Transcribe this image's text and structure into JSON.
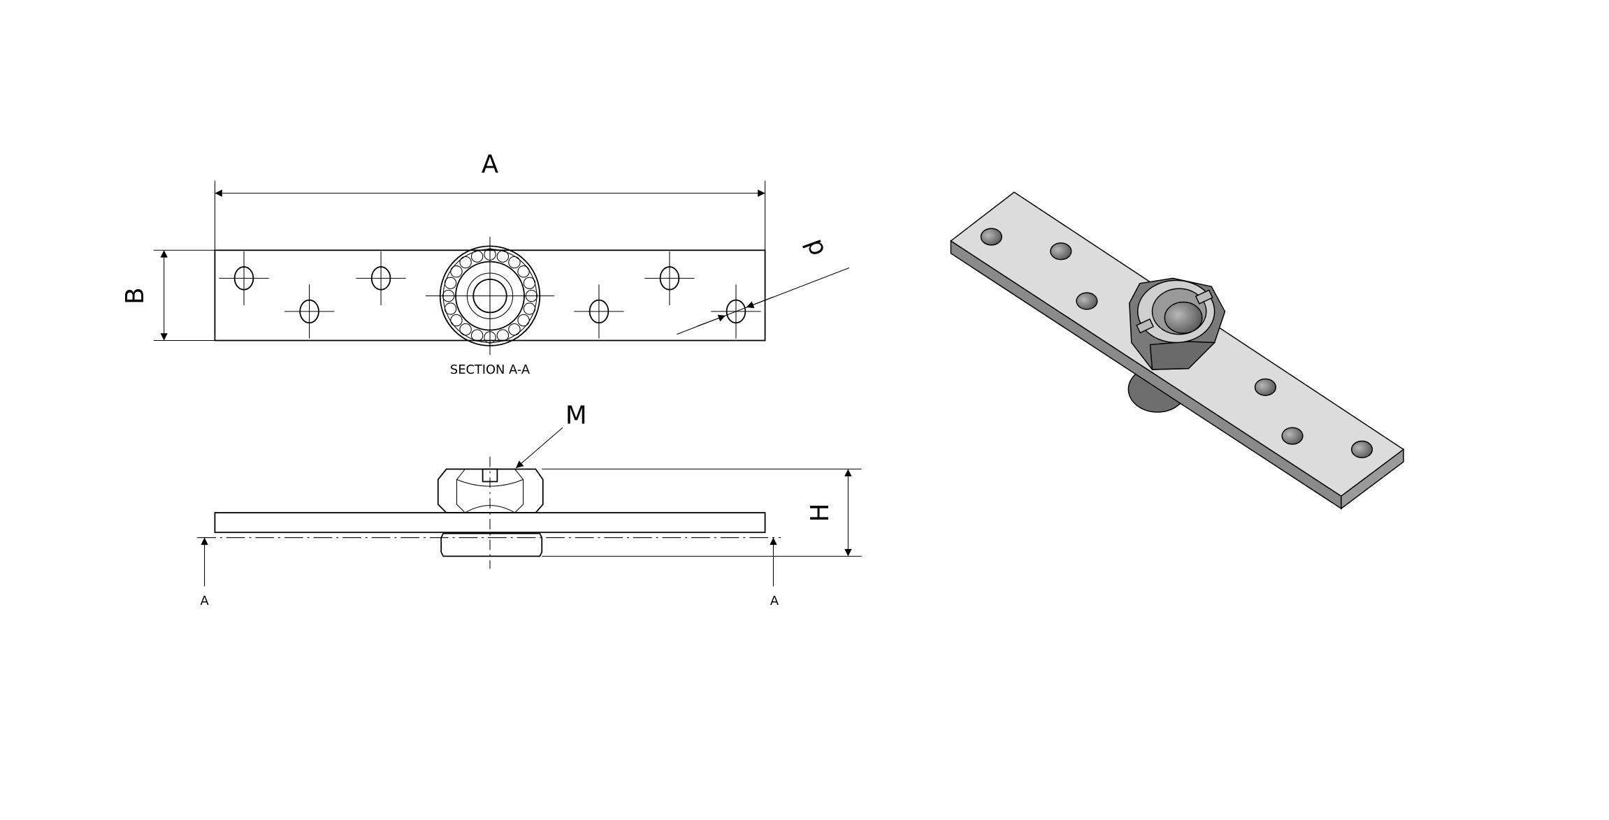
{
  "drawing": {
    "top_view": {
      "dim_length_label": "A",
      "dim_width_label": "B",
      "dim_hole_label": "d",
      "section_label": "SECTION A-A"
    },
    "side_view": {
      "thread_label": "M",
      "dim_height_label": "H",
      "section_marker_left": "A",
      "section_marker_right": "A"
    },
    "colors": {
      "line": "#000000",
      "iso_face": "#dcdcdc",
      "iso_side": "#8a8a8a",
      "iso_dark": "#6e6e6e"
    }
  }
}
